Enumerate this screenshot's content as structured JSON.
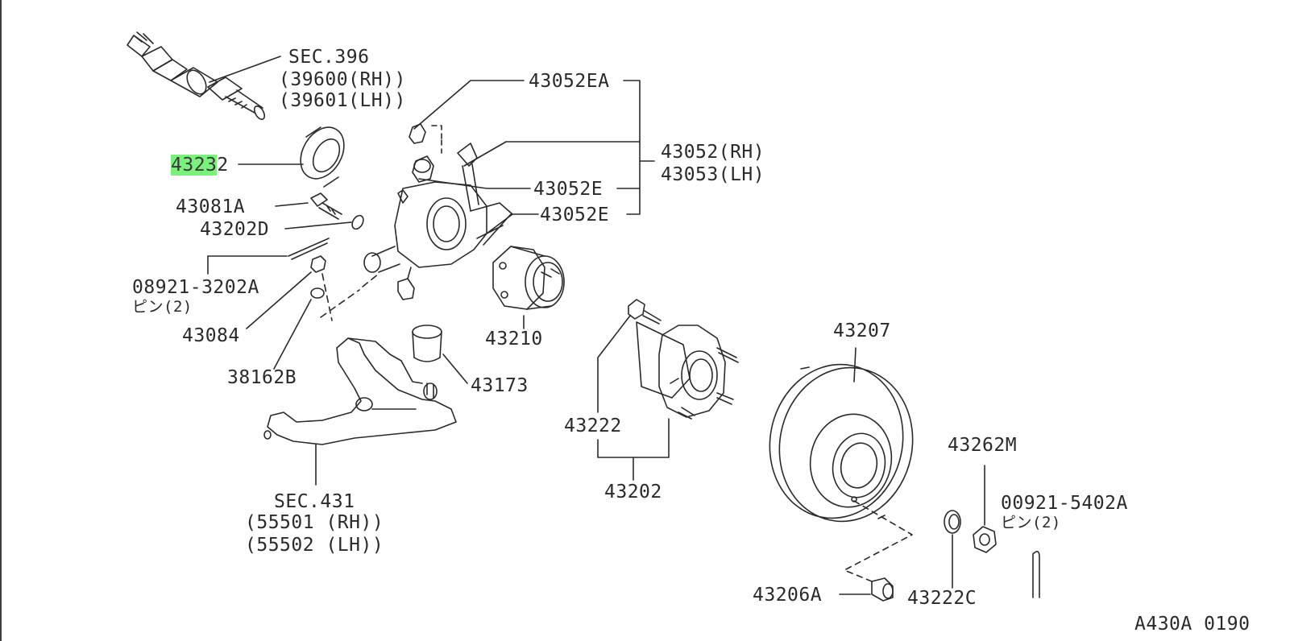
{
  "diagram": {
    "labels": {
      "sec396": "SEC.396",
      "p39600": "39600(RH)",
      "p39601": "39601(LH)",
      "p43232_highlight": "4323",
      "p43232_rest": "2",
      "p43081A": "43081A",
      "p43202D": "43202D",
      "p08921": "08921-3202A",
      "pin2_a": "ピン(2)",
      "p43084": "43084",
      "p38162B": "38162B",
      "p43052EA": "43052EA",
      "p43052RH": "43052(RH)",
      "p43053LH": "43053(LH)",
      "p43052E_1": "43052E",
      "p43052E_2": "43052E",
      "p43210": "43210",
      "p43173": "43173",
      "p43222": "43222",
      "p43202": "43202",
      "sec431": "SEC.431",
      "p55501": "55501 (RH)",
      "p55502": "55502 (LH)",
      "p43207": "43207",
      "p43262M": "43262M",
      "p00921": "00921-5402A",
      "pin2_b": "ピン(2)",
      "p43206A": "43206A",
      "p43222C": "43222C",
      "diagram_code": "A430A 0190"
    },
    "highlight_color": "#7cf07c",
    "line_color": "#2a2a2a"
  }
}
